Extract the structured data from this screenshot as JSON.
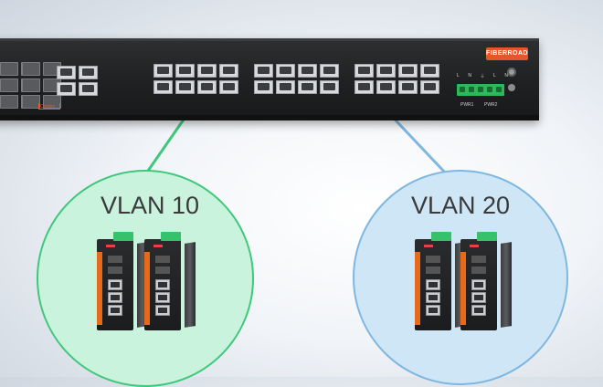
{
  "brand": {
    "name": "FIBERROAD"
  },
  "main_switch": {
    "combo_label": "Combo",
    "power_labels": [
      "PWR1",
      "PWR2"
    ],
    "power_terminals": [
      "L",
      "N",
      "⏚",
      "L",
      "N"
    ]
  },
  "vlans": [
    {
      "label": "VLAN 10",
      "color": "#3fc77c",
      "fill": "#c9f3dc"
    },
    {
      "label": "VLAN 20",
      "color": "#7fb7e0",
      "fill": "#cfe6f7"
    }
  ],
  "colors": {
    "switch_body": "#1f2022",
    "accent_orange": "#e4572b",
    "terminal_green": "#2db85a"
  }
}
